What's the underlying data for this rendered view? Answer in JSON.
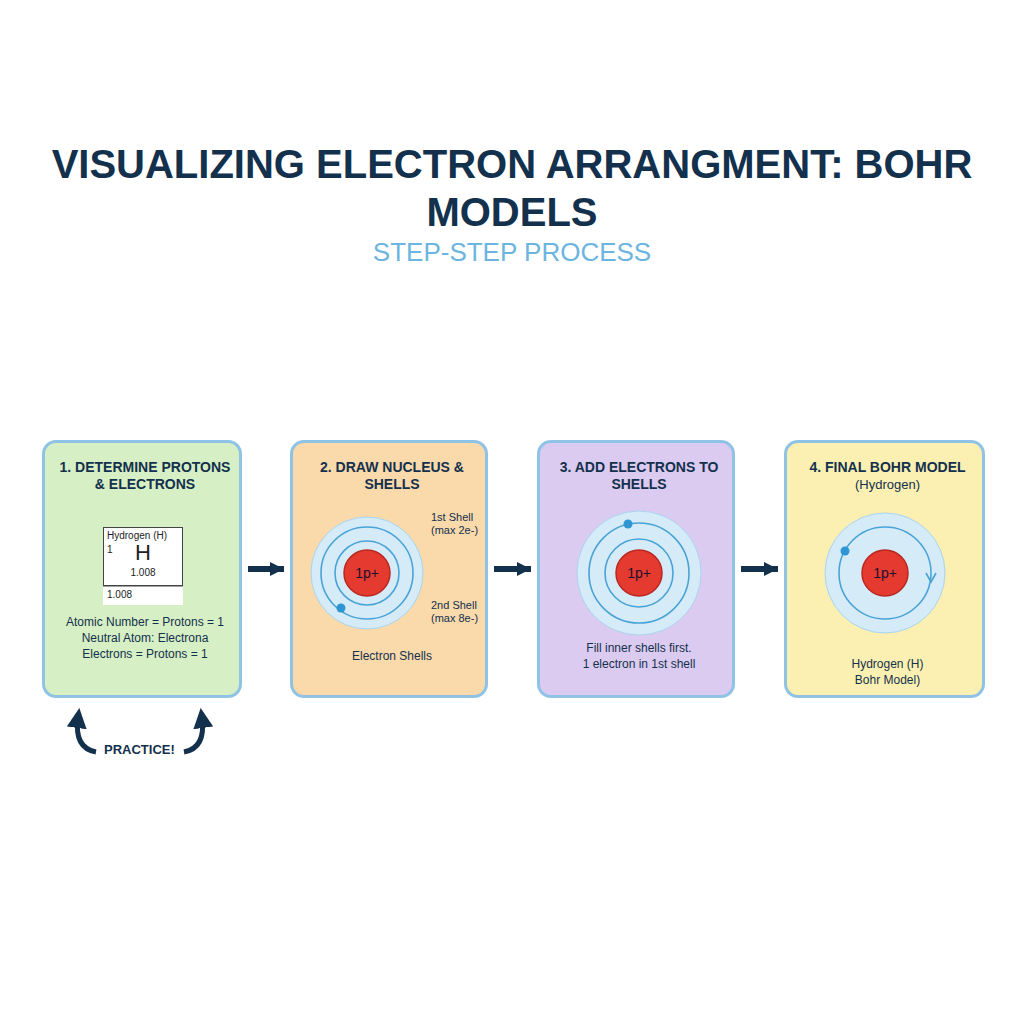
{
  "diagram": {
    "title": "VISUALIZING ELECTRON ARRANGMENT: BOHR MODELS",
    "caption": "STEP-STEP PROCESS",
    "nodes": [
      {
        "text": [
          "1. DETERMINE PROTONS & ELECTRONS",
          "Atomic Number = Protons = 1",
          "Neutral Atom: Electrona",
          "Electrons = Protons = 1"
        ]
      },
      {
        "text": [
          "Hydrogen (H)",
          "1",
          "H",
          "1.008",
          "1.008"
        ],
        "in": 0
      },
      {
        "text": [
          "2. DRAW NUCLEUS & SHELLS",
          "1st Shell (max 2e-)",
          "2nd Shell (max 8e-)",
          "Electron Shells"
        ]
      },
      {
        "text": [
          "1p+"
        ],
        "in": 2
      },
      {
        "text": [
          "3. ADD ELECTRONS TO SHELLS",
          "Fill inner shells first.",
          "1 electron in 1st shell"
        ]
      },
      {
        "text": [
          "1p+"
        ],
        "in": 4
      },
      {
        "text": [
          "4. FINAL BOHR MODEL",
          "(Hydrogen)",
          "Hydrogen (H)",
          "Bohr Model)"
        ]
      },
      {
        "text": [
          "1p+"
        ],
        "in": 6
      }
    ],
    "edges": [
      {
        "from": 0,
        "to": 2,
        "arrow": "to"
      },
      {
        "from": 2,
        "to": 4,
        "arrow": "to"
      },
      {
        "from": 4,
        "to": 6,
        "arrow": "to"
      }
    ],
    "labels": [
      "PRACTICE!"
    ]
  }
}
